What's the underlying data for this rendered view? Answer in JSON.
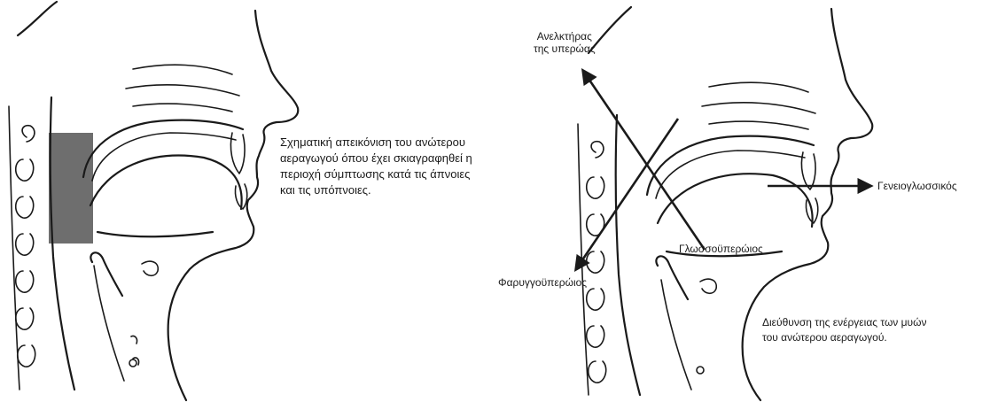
{
  "colors": {
    "ink": "#1a1a1a",
    "shaded_region": "#6e6e6e",
    "background": "#ffffff"
  },
  "left_panel": {
    "caption": "Σχηματική απεικόνιση του ανώτερου\nαεραγωγού όπου έχει σκιαγραφηθεί η\nπεριοχή σύμπτωσης κατά τις άπνοιες\nκαι τις υπόπνοιες."
  },
  "right_panel": {
    "labels": {
      "palatal_levator": "Ανελκτήρας\nτης υπερώας",
      "genioglossus": "Γενειογλωσσικός",
      "glossopalatine": "Γλωσσοϋπερώιος",
      "pharyngopalatine": "Φαρυγγοϋπερώιος"
    },
    "caption": "Διεύθυνση της ενέργειας των μυών\nτου ανώτερου αεραγωγού."
  }
}
